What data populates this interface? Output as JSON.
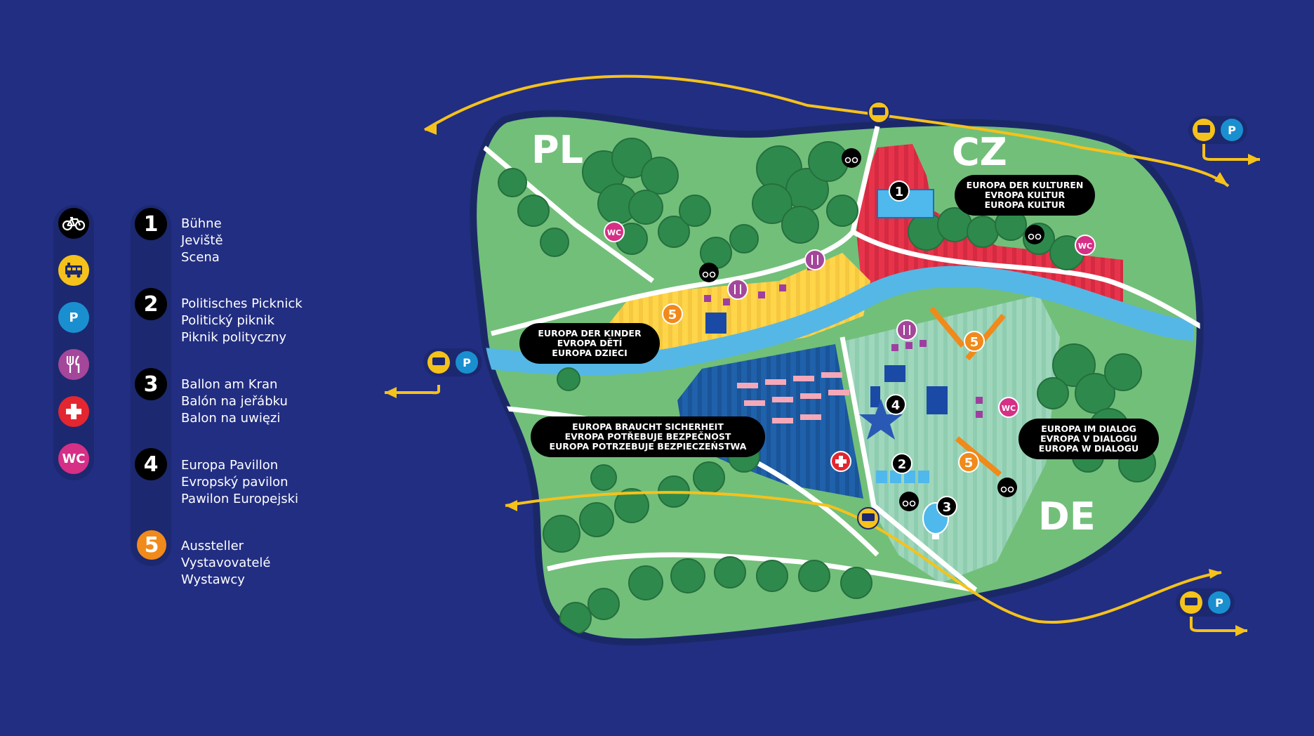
{
  "colors": {
    "background": "#222e82",
    "land": "#72bf7a",
    "trees": "#2e8a4c",
    "river": "#55b7e6",
    "cz_area": "#e8344a",
    "pl_area": "#ffd54a",
    "de_area": "#a8dcc0",
    "security_area": "#1e5fa8",
    "route": "#f5c21b",
    "number_badge": "#000000",
    "exhibitor_badge": "#f08a1b",
    "parking": "#1a8fd0",
    "food": "#a4469a",
    "first_aid": "#e3262f",
    "wc": "#d62f86"
  },
  "legend_icons": [
    {
      "name": "bike-icon"
    },
    {
      "name": "train-icon"
    },
    {
      "name": "parking-icon",
      "label": "P"
    },
    {
      "name": "food-icon"
    },
    {
      "name": "first-aid-icon"
    },
    {
      "name": "wc-icon",
      "label": "WC"
    }
  ],
  "legend_items": [
    {
      "number": "1",
      "lines": [
        "Bühne",
        "Jeviště",
        "Scena"
      ]
    },
    {
      "number": "2",
      "lines": [
        "Politisches Picknick",
        "Politický piknik",
        "Piknik polityczny"
      ]
    },
    {
      "number": "3",
      "lines": [
        "Ballon am Kran",
        "Balón na jeřábku",
        "Balon na uwięzi"
      ]
    },
    {
      "number": "4",
      "lines": [
        "Europa Pavillon",
        "Evropský pavilon",
        "Pawilon Europejski"
      ]
    },
    {
      "number": "5",
      "lines": [
        "Aussteller",
        "Vystavovatelé",
        "Wystawcy"
      ]
    }
  ],
  "country_labels": {
    "pl": "PL",
    "cz": "CZ",
    "de": "DE"
  },
  "zones": {
    "kultur": [
      "EUROPA DER KULTUREN",
      "EVROPA KULTUR",
      "EUROPA KULTUR"
    ],
    "kinder": [
      "EUROPA DER KINDER",
      "EVROPA DĚTÍ",
      "EUROPA DZIECI"
    ],
    "sicherheit": [
      "EUROPA BRAUCHT SICHERHEIT",
      "EVROPA POTŘEBUJE BEZPEČNOST",
      "EUROPA POTRZEBUJE BEZPIECZEŃSTWA"
    ],
    "dialog": [
      "EUROPA IM DIALOG",
      "EVROPA V DIALOGU",
      "EUROPA W DIALOGU"
    ]
  },
  "map_labels": {
    "parking": "P",
    "wc": "WC"
  }
}
